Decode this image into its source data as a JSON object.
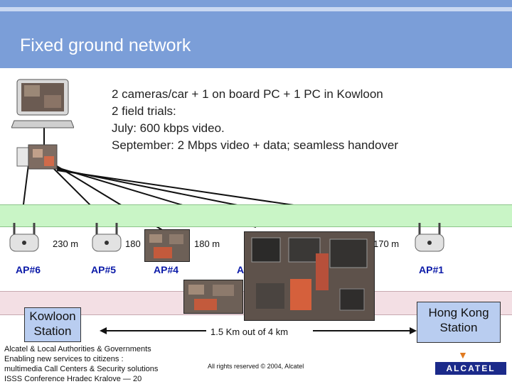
{
  "header": {
    "title": "Fixed ground network"
  },
  "bullets": [
    "2 cameras/car + 1 on board PC  + 1 PC in Kowloon",
    "2 field trials:",
    "July: 600 kbps video.",
    "September: 2 Mbps video + data; seamless handover"
  ],
  "access_points": [
    {
      "label": "AP#6"
    },
    {
      "label": "AP#5"
    },
    {
      "label": "AP#4"
    },
    {
      "label": "A"
    },
    {
      "label": "AP#1"
    }
  ],
  "distances": [
    "230 m",
    "180",
    "180 m",
    "170 m"
  ],
  "stations": {
    "left": "Kowloon Station",
    "right": "Hong Kong Station"
  },
  "span_label": "1.5 Km out of 4 km",
  "footer": {
    "left_lines": [
      "Alcatel & Local Authorities & Governments",
      "Enabling new services to citizens :",
      "multimedia Call Centers & Security solutions",
      "ISSS Conference Hradec Kralove — 20"
    ],
    "center": "All rights reserved © 2004, Alcatel",
    "logo": "ALCATEL"
  },
  "colors": {
    "header_blue": "#7b9ed8",
    "ap_label": "#0b1aa8",
    "station_fill": "#b9cdf0",
    "green_band": "#c9f5c6",
    "pink_band": "#f3dfe4"
  },
  "icons": [
    "computer-icon",
    "camera-icon",
    "access-point-icon",
    "train-photo",
    "alcatel-logo"
  ]
}
